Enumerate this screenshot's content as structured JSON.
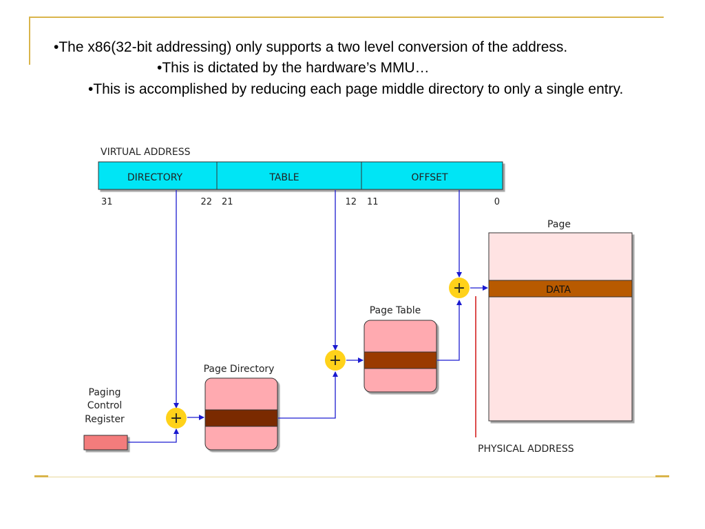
{
  "slide": {
    "bullets": [
      "•The x86(32-bit addressing) only supports a two level conversion of the address.",
      "•This is dictated by the hardware’s MMU…",
      "•This is accomplished by reducing each page middle directory to only a single entry."
    ]
  },
  "diagram": {
    "virtual_address_label": "VIRTUAL ADDRESS",
    "fields": [
      "DIRECTORY",
      "TABLE",
      "OFFSET"
    ],
    "bit_labels": [
      "31",
      "22",
      "21",
      "12",
      "11",
      "0"
    ],
    "page_label": "Page",
    "data_label": "DATA",
    "page_table_label": "Page Table",
    "page_directory_label": "Page Directory",
    "register_label_lines": [
      "Paging",
      "Control",
      "Register"
    ],
    "physical_address_label": "PHYSICAL ADDRESS",
    "adder_symbol": "+",
    "colors": {
      "field_fill": "#00e5f5",
      "arrow": "#1a1ad0",
      "adder": "#ffd21a",
      "table_fill": "#ffaab0",
      "table_entry": "#9a3a00",
      "dir_entry": "#7a2a00",
      "page_fill": "#ffe3e3",
      "data_fill": "#b85a00",
      "register_fill": "#f37b7b",
      "physical_line": "#d01010",
      "frame": "#d9b44a"
    }
  }
}
